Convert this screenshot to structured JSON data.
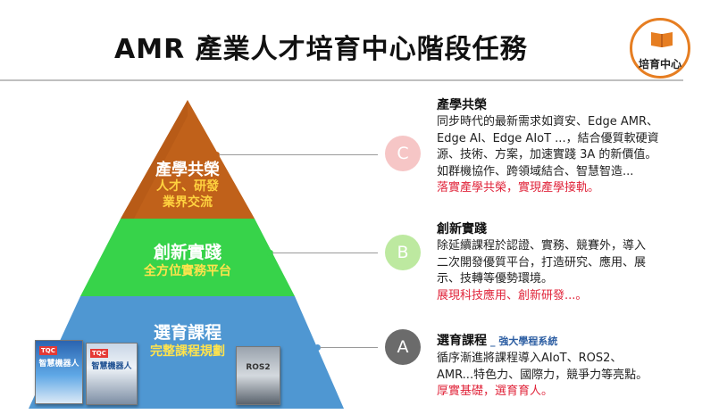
{
  "header": {
    "title": "AMR 產業人才培育中心階段任務",
    "badge_label": "培育中心",
    "badge_icon": "book-icon",
    "accent_color": "#e67e22"
  },
  "pyramid": {
    "tiers": [
      {
        "id": "C",
        "title": "產學共榮",
        "sub": [
          "人才、研發",
          "業界交流"
        ],
        "color": "#c0611a"
      },
      {
        "id": "B",
        "title": "創新實踐",
        "sub": [
          "全方位實務平台"
        ],
        "color": "#37d34a"
      },
      {
        "id": "A",
        "title": "選育課程",
        "sub": [
          "完整課程規劃"
        ],
        "color": "#4f97d2"
      }
    ],
    "books": [
      {
        "tag": "TQC",
        "title": "智慧機器人"
      },
      {
        "tag": "TQC",
        "title": "智慧機器人"
      },
      {
        "tag": "",
        "title": "ROS2"
      }
    ]
  },
  "sections": {
    "C": {
      "marker": "C",
      "title": "產學共榮",
      "lines": [
        "同步時代的最新需求如資安、Edge AMR、",
        "Edge AI、Edge AIoT ...，結合優質軟硬資",
        "源、技術、方案，加速實踐 3A 的新價值。",
        "如群機協作、跨領域結合、智慧智造..."
      ],
      "accent": "落實產學共榮，實現產學接軌。",
      "marker_color": "#f6c6c6"
    },
    "B": {
      "marker": "B",
      "title": "創新實踐",
      "lines": [
        "除延續課程於認證、實務、競賽外，導入",
        "二次開發優質平台，打造研究、應用、展",
        "示、技轉等優勢環境。"
      ],
      "accent": "展現科技應用、創新研發...。",
      "marker_color": "#bde9a0"
    },
    "A": {
      "marker": "A",
      "title": "選育課程",
      "subtag": "_ 強大學程系統",
      "lines": [
        "循序漸進將課程導入AIoT、ROS2、",
        "AMR...特色力、國際力，競爭力等亮點。"
      ],
      "accent": "厚實基礎，選育育人。",
      "marker_color": "#6b6b6b"
    }
  }
}
